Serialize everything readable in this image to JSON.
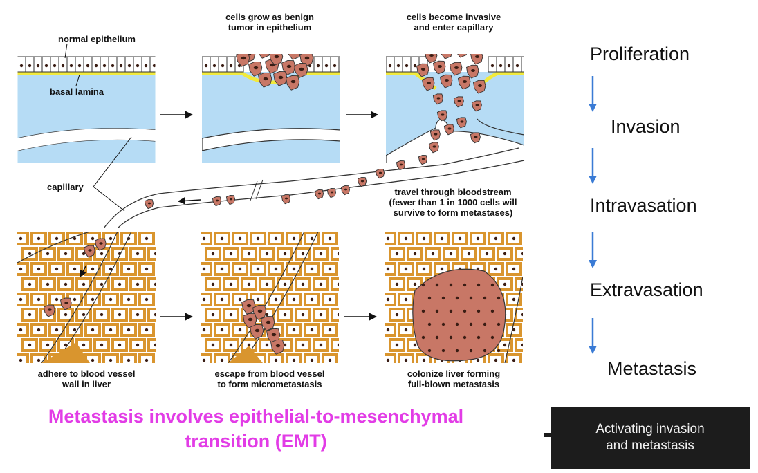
{
  "figure": {
    "panel_labels": {
      "normal_epithelium": "normal epithelium",
      "basal_lamina": "basal lamina",
      "capillary": "capillary",
      "benign": [
        "cells grow as benign",
        "tumor in epithelium"
      ],
      "invasive": [
        "cells become invasive",
        "and enter capillary"
      ],
      "travel": [
        "travel through bloodstream",
        "(fewer than 1 in 1000 cells will",
        "survive to form metastases)"
      ],
      "adhere": [
        "adhere to blood vessel",
        "wall in liver"
      ],
      "escape": [
        "escape from blood vessel",
        "to form micrometastasis"
      ],
      "colonize": [
        "colonize liver forming",
        "full-blown metastasis"
      ]
    }
  },
  "steps": [
    "Proliferation",
    "Invasion",
    "Intravasation",
    "Extravasation",
    "Metastasis"
  ],
  "title": [
    "Metastasis involves epithelial-to-mesenchymal",
    "transition (EMT)"
  ],
  "hallmark": [
    "Activating invasion",
    "and metastasis"
  ],
  "colors": {
    "title": "#e23ce6",
    "arrow": "#3a7bd5",
    "tissue": "#b6dcf5",
    "basal_lamina": "#f2ea3c",
    "tumor_cell": "#c87766",
    "liver_stroma": "#d9952e",
    "hallmark_box": "#1c1c1c"
  }
}
